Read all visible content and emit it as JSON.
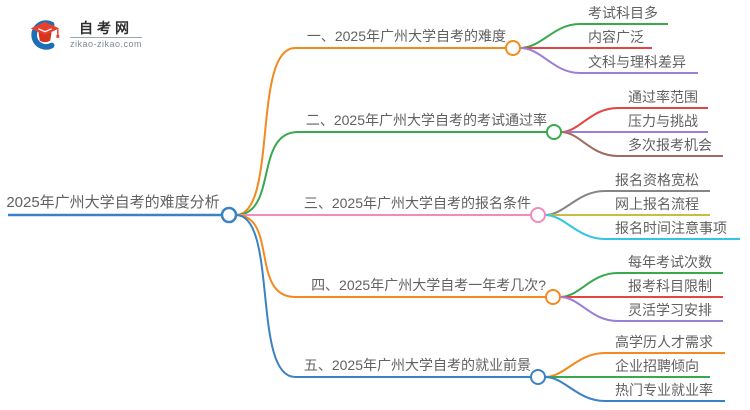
{
  "logo": {
    "title": "自考网",
    "domain": "zikao-zikao.com"
  },
  "colors": {
    "blue": "#3b82c4",
    "orange": "#f28a1e",
    "green": "#38a94c",
    "pink": "#ef8bc0",
    "red": "#e34444",
    "purple": "#9d7ed6",
    "brown": "#9e6b5e",
    "gray": "#858585",
    "olive": "#c5bd45",
    "cyan": "#35c4e3"
  },
  "root": {
    "label": "2025年广州大学自考的难度分析",
    "color": "#3b82c4"
  },
  "branches": [
    {
      "label": "一、2025年广州大学自考的难度",
      "color": "#f28a1e",
      "children": [
        {
          "label": "考试科目多",
          "color": "#38a94c"
        },
        {
          "label": "内容广泛",
          "color": "#e34444"
        },
        {
          "label": "文科与理科差异",
          "color": "#9d7ed6"
        }
      ]
    },
    {
      "label": "二、2025年广州大学自考的考试通过率",
      "color": "#38a94c",
      "children": [
        {
          "label": "通过率范围",
          "color": "#e34444"
        },
        {
          "label": "压力与挑战",
          "color": "#9d7ed6"
        },
        {
          "label": "多次报考机会",
          "color": "#9e6b5e"
        }
      ]
    },
    {
      "label": "三、2025年广州大学自考的报名条件",
      "color": "#ef8bc0",
      "children": [
        {
          "label": "报名资格宽松",
          "color": "#858585"
        },
        {
          "label": "网上报名流程",
          "color": "#c5bd45"
        },
        {
          "label": "报名时间注意事项",
          "color": "#35c4e3"
        }
      ]
    },
    {
      "label": "四、2025年广州大学自考一年考几次?",
      "color": "#f28a1e",
      "children": [
        {
          "label": "每年考试次数",
          "color": "#38a94c"
        },
        {
          "label": "报考科目限制",
          "color": "#e34444"
        },
        {
          "label": "灵活学习安排",
          "color": "#9d7ed6"
        }
      ]
    },
    {
      "label": "五、2025年广州大学自考的就业前景",
      "color": "#3b82c4",
      "children": [
        {
          "label": "高学历人才需求",
          "color": "#f28a1e"
        },
        {
          "label": "企业招聘倾向",
          "color": "#38a94c"
        },
        {
          "label": "热门专业就业率",
          "color": "#3b82c4"
        }
      ]
    }
  ]
}
